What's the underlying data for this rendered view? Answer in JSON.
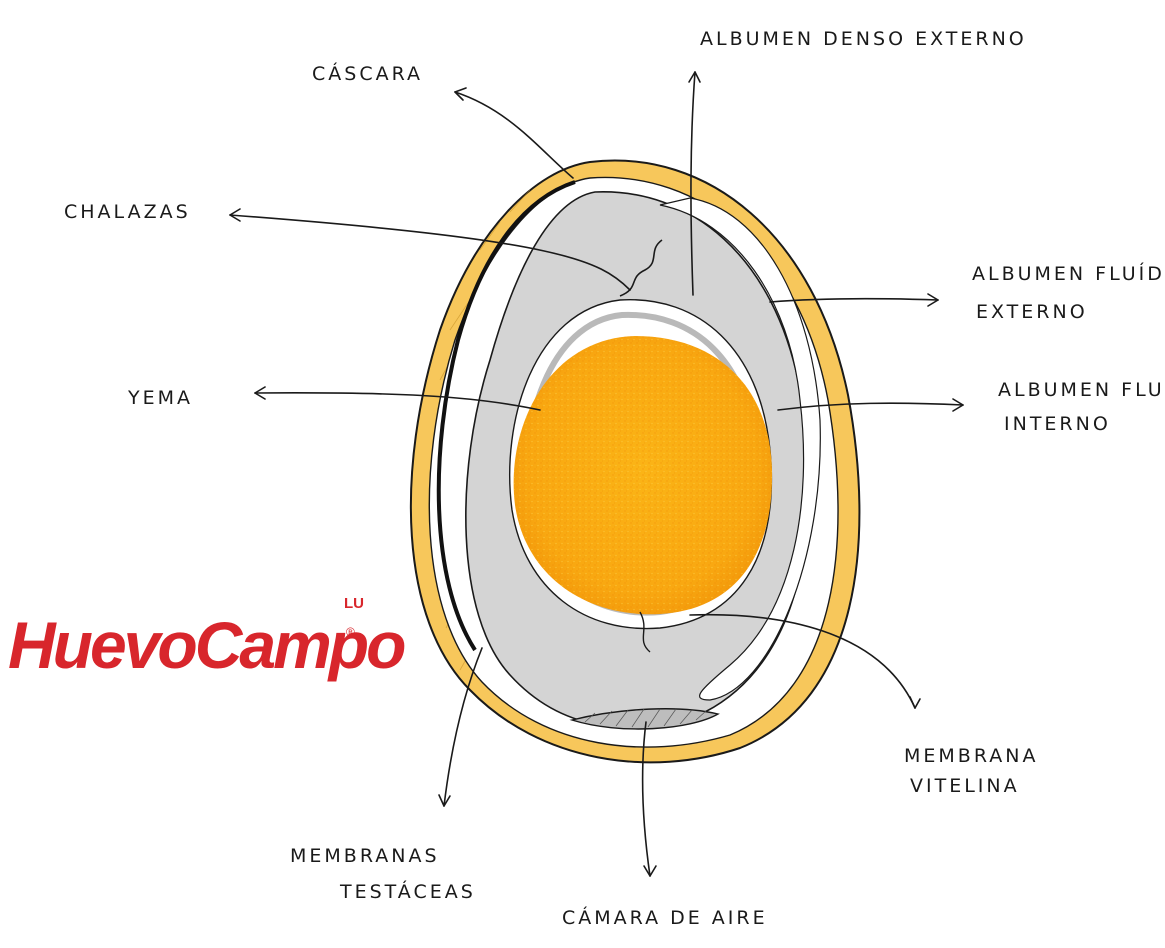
{
  "labels": {
    "cascara": "CÁSCARA",
    "albumen_denso": "ALBUMEN DENSO EXTERNO",
    "chalazas": "CHALAZAS",
    "albumen_fluido_externo_1": "ALBUMEN FLUÍDO",
    "albumen_fluido_externo_2": "EXTERNO",
    "yema": "YEMA",
    "albumen_fluido_interno_1": "ALBUMEN FLUÍDO",
    "albumen_fluido_interno_2": "INTERNO",
    "membrana_vitelina_1": "MEMBRANA",
    "membrana_vitelina_2": "VITELINA",
    "membranas_testaceas_1": "MEMBRANAS",
    "membranas_testaceas_2": "TESTÁCEAS",
    "camara_de_aire": "CÁMARA DE AIRE"
  },
  "logo": {
    "name": "HuevoCampo",
    "superscript": "LU",
    "registered": "®"
  },
  "colors": {
    "shell": "#f7c75b",
    "albumen_dense": "#d4d4d4",
    "yolk": "#fbb416",
    "yolk_dark": "#f39a0b",
    "ink": "#1a1a1a",
    "logo_red": "#d8262c"
  }
}
